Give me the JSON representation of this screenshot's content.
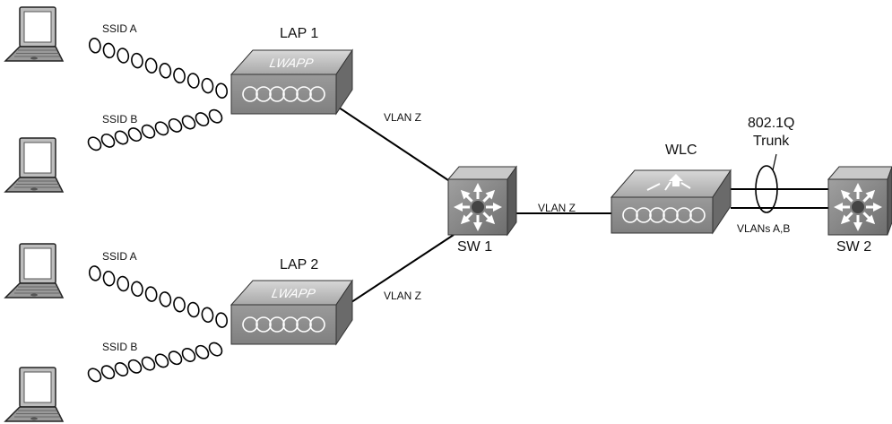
{
  "lap1": {
    "label": "LAP 1",
    "badge": "LWAPP"
  },
  "lap2": {
    "label": "LAP 2",
    "badge": "LWAPP"
  },
  "sw1": {
    "label": "SW 1"
  },
  "sw2": {
    "label": "SW 2"
  },
  "wlc": {
    "label": "WLC"
  },
  "links": {
    "lap1_sw1": "VLAN Z",
    "lap2_sw1": "VLAN Z",
    "sw1_wlc": "VLAN Z",
    "trunk_top": "802.1Q",
    "trunk_bottom": "Trunk",
    "trunk_vlans": "VLANs A,B"
  },
  "clients": [
    {
      "ssid": "SSID A"
    },
    {
      "ssid": "SSID B"
    },
    {
      "ssid": "SSID A"
    },
    {
      "ssid": "SSID B"
    }
  ],
  "colors": {
    "device_face": "#8e8e8e",
    "device_top": "#c4c4c4",
    "device_side": "#6a6a6a",
    "line": "#000000"
  }
}
